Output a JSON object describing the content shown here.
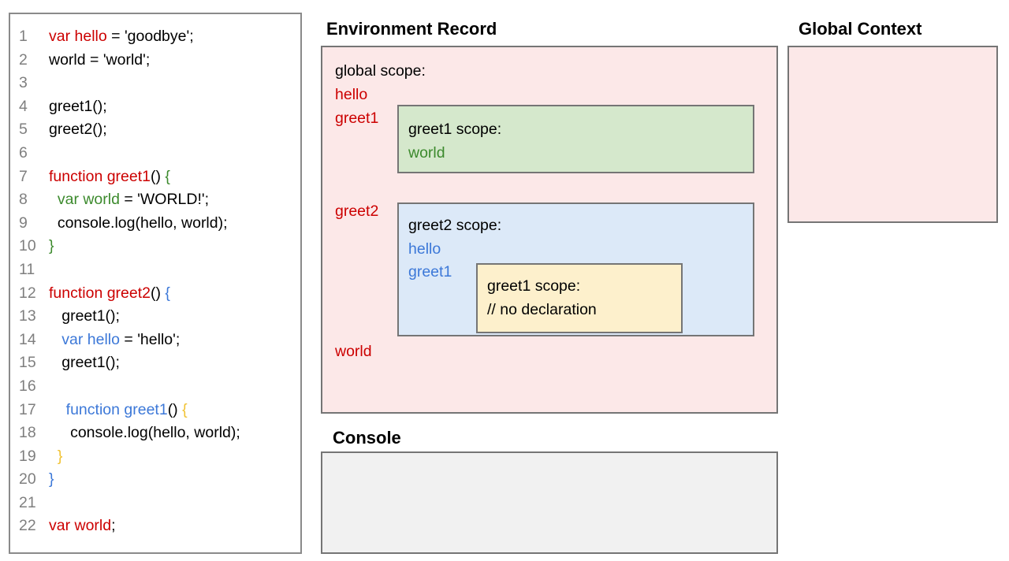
{
  "colors": {
    "text": {
      "red": "#cc0000",
      "green": "#3c8a2d",
      "blue": "#3c78d8",
      "yellow": "#f1c232",
      "black": "#000000",
      "line_number": "#7f7f7f"
    },
    "fills": {
      "scope_pink": "#fce8e8",
      "scope_green": "#d5e8cc",
      "scope_blue": "#dce9f8",
      "scope_yellow": "#fdf0cc",
      "console_gray": "#f1f1f1"
    },
    "border": "#757575"
  },
  "code_panel": {
    "lines": [
      {
        "n": "1",
        "segments": [
          {
            "t": "var hello",
            "c": "red"
          },
          {
            "t": " = 'goodbye';",
            "c": "black"
          }
        ]
      },
      {
        "n": "2",
        "segments": [
          {
            "t": "world = 'world';",
            "c": "black"
          }
        ]
      },
      {
        "n": "3",
        "segments": []
      },
      {
        "n": "4",
        "segments": [
          {
            "t": "greet1();",
            "c": "black"
          }
        ]
      },
      {
        "n": "5",
        "segments": [
          {
            "t": "greet2();",
            "c": "black"
          }
        ]
      },
      {
        "n": "6",
        "segments": []
      },
      {
        "n": "7",
        "segments": [
          {
            "t": "function greet1",
            "c": "red"
          },
          {
            "t": "() ",
            "c": "black"
          },
          {
            "t": "{",
            "c": "green"
          }
        ]
      },
      {
        "n": "8",
        "segments": [
          {
            "t": "  ",
            "c": "black"
          },
          {
            "t": "var world",
            "c": "green"
          },
          {
            "t": " = 'WORLD!';",
            "c": "black"
          }
        ]
      },
      {
        "n": "9",
        "segments": [
          {
            "t": "  console.log(hello, world);",
            "c": "black"
          }
        ]
      },
      {
        "n": "10",
        "segments": [
          {
            "t": "}",
            "c": "green"
          }
        ]
      },
      {
        "n": "11",
        "segments": []
      },
      {
        "n": "12",
        "segments": [
          {
            "t": "function greet2",
            "c": "red"
          },
          {
            "t": "() ",
            "c": "black"
          },
          {
            "t": "{",
            "c": "blue"
          }
        ]
      },
      {
        "n": "13",
        "segments": [
          {
            "t": "   greet1();",
            "c": "black"
          }
        ]
      },
      {
        "n": "14",
        "segments": [
          {
            "t": "   ",
            "c": "black"
          },
          {
            "t": "var hello",
            "c": "blue"
          },
          {
            "t": " = 'hello';",
            "c": "black"
          }
        ]
      },
      {
        "n": "15",
        "segments": [
          {
            "t": "   greet1();",
            "c": "black"
          }
        ]
      },
      {
        "n": "16",
        "segments": []
      },
      {
        "n": "17",
        "segments": [
          {
            "t": "    ",
            "c": "black"
          },
          {
            "t": "function greet1",
            "c": "blue"
          },
          {
            "t": "() ",
            "c": "black"
          },
          {
            "t": "{",
            "c": "yellow"
          }
        ]
      },
      {
        "n": "18",
        "segments": [
          {
            "t": "     console.log(hello, world);",
            "c": "black"
          }
        ]
      },
      {
        "n": "19",
        "segments": [
          {
            "t": "  ",
            "c": "black"
          },
          {
            "t": "}",
            "c": "yellow"
          }
        ]
      },
      {
        "n": "20",
        "segments": [
          {
            "t": "}",
            "c": "blue"
          }
        ]
      },
      {
        "n": "21",
        "segments": []
      },
      {
        "n": "22",
        "segments": [
          {
            "t": "var world",
            "c": "red"
          },
          {
            "t": ";",
            "c": "black"
          }
        ]
      }
    ]
  },
  "environment_record": {
    "title": "Environment Record",
    "global_scope": {
      "label": "global scope:",
      "var_hello": "hello",
      "var_greet1": "greet1",
      "var_greet2": "greet2",
      "var_world": "world"
    },
    "greet1_scope": {
      "label": "greet1 scope:",
      "var_world": "world"
    },
    "greet2_scope": {
      "label": "greet2 scope:",
      "var_hello": "hello",
      "var_greet1": "greet1",
      "inner_greet1_scope": {
        "label": "greet1 scope:",
        "comment": "// no declaration"
      }
    }
  },
  "global_context": {
    "title": "Global Context"
  },
  "console_panel": {
    "title": "Console"
  }
}
